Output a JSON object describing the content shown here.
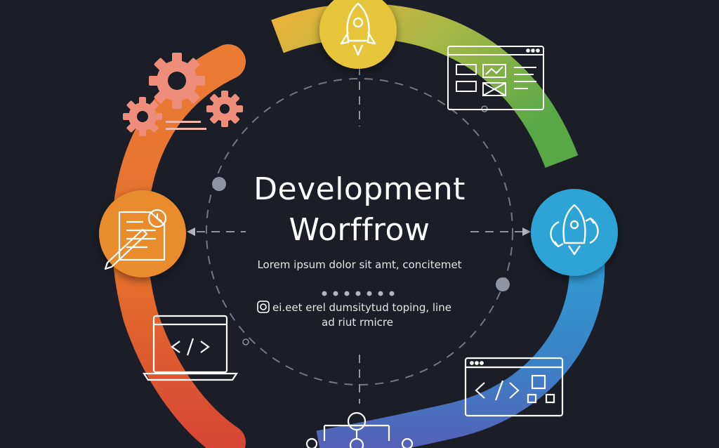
{
  "diagram": {
    "title_line1": "Development",
    "title_line2": "Worffrow",
    "subtitle": "Lorem ipsum dolor sit amt, concitemet",
    "description_line1": "ei.eet erel dumsitytud toping, line",
    "description_line2": "ad riut rmicre"
  },
  "stages": [
    {
      "icon": "rocket-icon",
      "color": "#e7c53a"
    },
    {
      "icon": "dashboard-window-icon",
      "color": "#7db24a"
    },
    {
      "icon": "rocket-cycle-icon",
      "color": "#2ea3d5"
    },
    {
      "icon": "code-window-icon",
      "color": "#3b82c4"
    },
    {
      "icon": "gear-hierarchy-icon",
      "color": "#5f63b8"
    },
    {
      "icon": "laptop-code-icon",
      "color": "#d8402f"
    },
    {
      "icon": "document-pencil-icon",
      "color": "#e98c2d"
    },
    {
      "icon": "gears-icon",
      "color": "#e8793a"
    }
  ]
}
